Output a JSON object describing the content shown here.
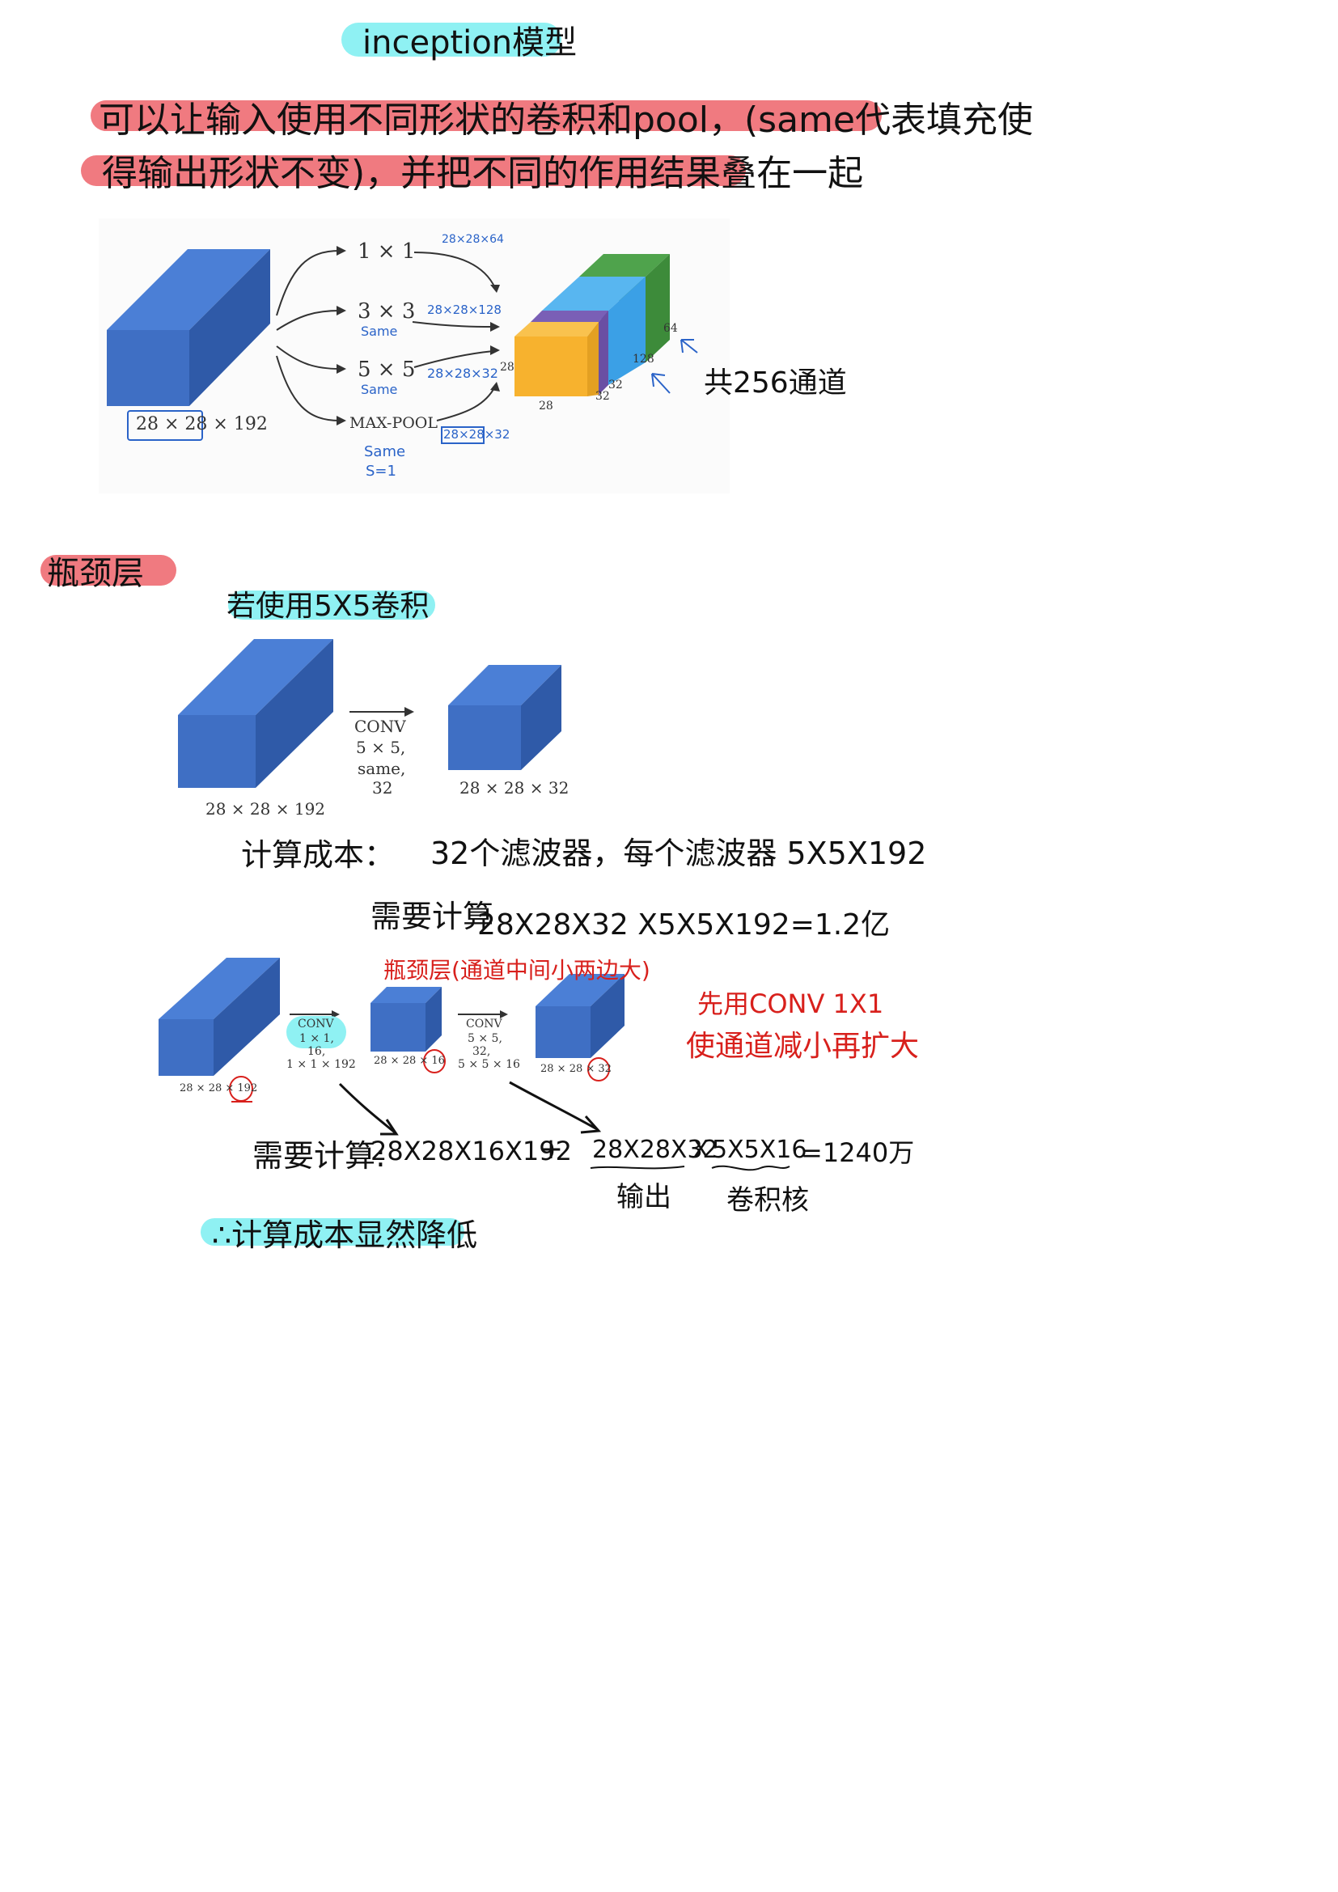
{
  "title": "inception模型",
  "intro": {
    "line1": "可以让输入使用不同形状的卷积和pool，(same代表填充使",
    "line2": "得输出形状不变)，并把不同的作用结果叠在一起"
  },
  "inception_diagram": {
    "input_label": "28 × 28 × 192",
    "branches": [
      "1 × 1",
      "3 × 3",
      "5 × 5",
      "MAX-POOL"
    ],
    "branch_annotations": [
      "28×28×64",
      "28×28×128",
      "28×28×32",
      "28×28×32"
    ],
    "same_notes": [
      "Same",
      "Same"
    ],
    "pool_note": "Same",
    "pool_stride": "S=1",
    "output_dims": {
      "depth_64": "64",
      "depth_128": "128",
      "depth_32a": "32",
      "depth_32b": "32",
      "height": "28",
      "width": "28"
    },
    "channels_note": "共256通道",
    "block_colors": {
      "input": "#3f6fc4",
      "green": "#3d8b3a",
      "blue": "#3ba0e6",
      "purple": "#6a4fa3",
      "yellow": "#f7b22e"
    }
  },
  "bottleneck": {
    "heading": "瓶颈层",
    "subheading": "若使用5X5卷积",
    "conv_block": {
      "label_lines": [
        "CONV",
        "5 × 5,",
        "same,",
        "32"
      ],
      "input_label": "28 × 28 × 192",
      "output_label": "28 × 28 × 32"
    },
    "cost_label": "计算成本：",
    "cost_line1": "32个滤波器，每个滤波器 5X5X192",
    "cost_line2_label": "需要计算",
    "cost_line2": "28X28X32 X5X5X192=1.2亿",
    "red_note_top": "瓶颈层(通道中间小两边大)",
    "red_note_side_1": "先用CONV 1X1",
    "red_note_side_2": "使通道减小再扩大",
    "bottleneck_diagram": {
      "conv1_lines": [
        "CONV",
        "1 × 1,",
        "16,",
        "1 × 1 × 192"
      ],
      "conv2_lines": [
        "CONV",
        "5 × 5,",
        "32,",
        "5 × 5 × 16"
      ],
      "label_in_prefix": "28 × 28 × ",
      "label_in_num": "192",
      "label_mid_prefix": "28 × 28 × ",
      "label_mid_num": "16",
      "label_out_prefix": "28 × 28 × ",
      "label_out_num": "32"
    },
    "calc_label": "需要计算:",
    "calc_term1": "28X28X16X192",
    "calc_plus": "+",
    "calc_term2a": "28X28X32",
    "calc_x": "X",
    "calc_term2b": "5X5X16",
    "calc_result": "=1240万",
    "under_1": "输出",
    "under_2": "卷积核",
    "conclusion": "∴计算成本显然降低"
  }
}
